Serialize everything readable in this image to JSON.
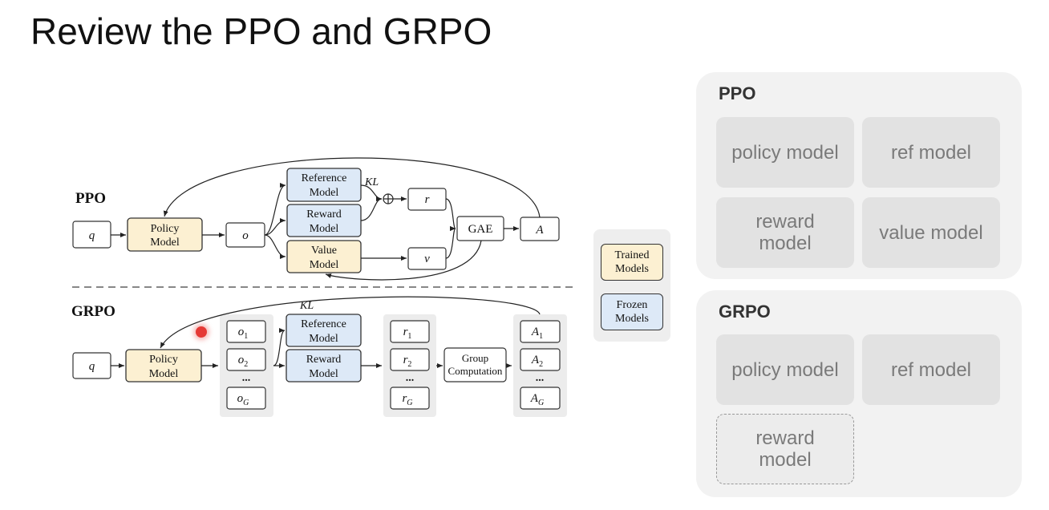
{
  "slide": {
    "title": "Review the PPO and GRPO"
  },
  "diagram": {
    "ppo": {
      "label": "PPO",
      "q": "q",
      "policy": "Policy Model",
      "o": "o",
      "reference": "Reference Model",
      "reward": "Reward Model",
      "value": "Value Model",
      "kl": "KL",
      "r": "r",
      "v": "v",
      "gae": "GAE",
      "a": "A"
    },
    "grpo": {
      "label": "GRPO",
      "q": "q",
      "policy": "Policy Model",
      "kl": "KL",
      "reference": "Reference Model",
      "reward": "Reward Model",
      "group": "Group Computation",
      "dots": "...",
      "outputs": [
        "o",
        "o",
        "o"
      ],
      "output_subs": [
        "1",
        "2",
        "G"
      ],
      "rewards": [
        "r",
        "r",
        "r"
      ],
      "reward_subs": [
        "1",
        "2",
        "G"
      ],
      "advantages": [
        "A",
        "A",
        "A"
      ],
      "advantage_subs": [
        "1",
        "2",
        "G"
      ]
    },
    "legend": {
      "trained": "Trained Models",
      "frozen": "Frozen Models"
    },
    "colors": {
      "trained": "#fcf0d2",
      "frozen": "#dde9f7",
      "group_bg": "#ececec"
    }
  },
  "comparison": {
    "ppo": {
      "title": "PPO",
      "cards": [
        "policy model",
        "ref model",
        "reward model",
        "value model"
      ]
    },
    "grpo": {
      "title": "GRPO",
      "cards": [
        "policy model",
        "ref model",
        "reward model"
      ]
    }
  }
}
